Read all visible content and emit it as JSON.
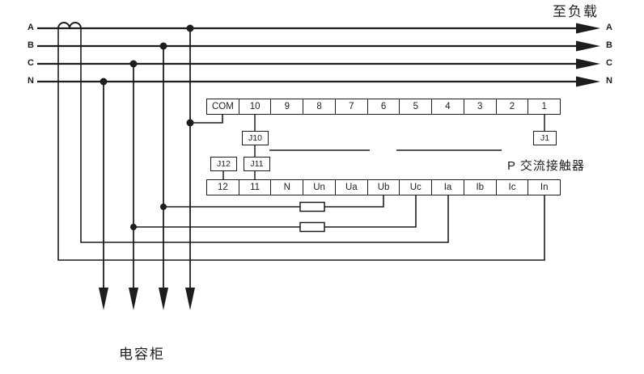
{
  "colors": {
    "ink": "#1d1d1f",
    "background": "#ffffff"
  },
  "header": {
    "to_load": "至负载"
  },
  "footer": {
    "capacitor_cabinet": "电容柜"
  },
  "contactor_label": "P 交流接触器",
  "power_lines": {
    "left_labels": [
      "A",
      "B",
      "C",
      "N"
    ],
    "right_labels": [
      "A",
      "B",
      "C",
      "N"
    ]
  },
  "terminal_strips": {
    "top": {
      "cells": [
        "COM",
        "10",
        "9",
        "8",
        "7",
        "6",
        "5",
        "4",
        "3",
        "2",
        "1"
      ]
    },
    "bottom": {
      "cells": [
        "12",
        "11",
        "N",
        "Un",
        "Ua",
        "Ub",
        "Uc",
        "Ia",
        "Ib",
        "Ic",
        "In"
      ]
    }
  },
  "contactors": {
    "j10": "J10",
    "j11": "J11",
    "j12": "J12",
    "j1": "J1"
  }
}
